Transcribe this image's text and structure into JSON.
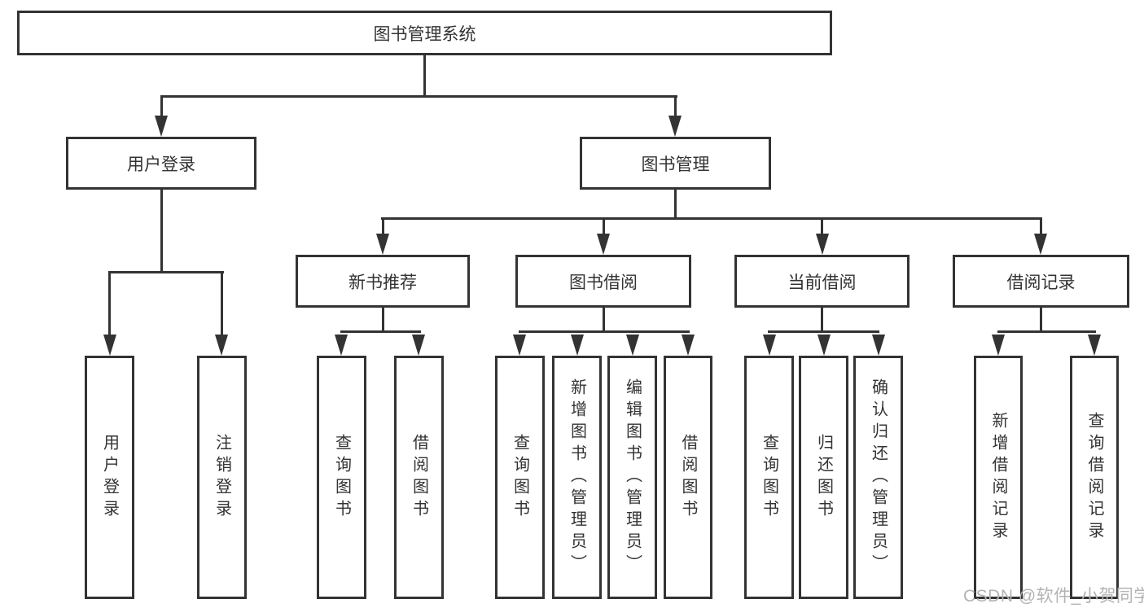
{
  "diagram": {
    "title": "图书管理系统",
    "colors": {
      "line": "#333333",
      "text": "#333333",
      "background": "#ffffff",
      "watermark": "#b3b3b3"
    },
    "nodes": {
      "root": {
        "label": "图书管理系统"
      },
      "user_login": {
        "label": "用户登录"
      },
      "book_mgmt": {
        "label": "图书管理"
      },
      "new_book_rec": {
        "label": "新书推荐"
      },
      "book_borrow": {
        "label": "图书借阅"
      },
      "current_borrow": {
        "label": "当前借阅"
      },
      "borrow_records": {
        "label": "借阅记录"
      },
      "leaf_user_login": {
        "label": "用户登录"
      },
      "leaf_logout": {
        "label": "注销登录"
      },
      "leaf_nb_query": {
        "label": "查询图书"
      },
      "leaf_nb_borrow": {
        "label": "借阅图书"
      },
      "leaf_bb_query": {
        "label": "查询图书"
      },
      "leaf_bb_add": {
        "label": "新增图书（管理员）"
      },
      "leaf_bb_edit": {
        "label": "编辑图书（管理员）"
      },
      "leaf_bb_borrow": {
        "label": "借阅图书"
      },
      "leaf_cb_query": {
        "label": "查询图书"
      },
      "leaf_cb_return": {
        "label": "归还图书"
      },
      "leaf_cb_confirm": {
        "label": "确认归还（管理员）"
      },
      "leaf_br_add": {
        "label": "新增借阅记录"
      },
      "leaf_br_query": {
        "label": "查询借阅记录"
      }
    },
    "watermark": "CSDN @软件_小贺同学"
  }
}
